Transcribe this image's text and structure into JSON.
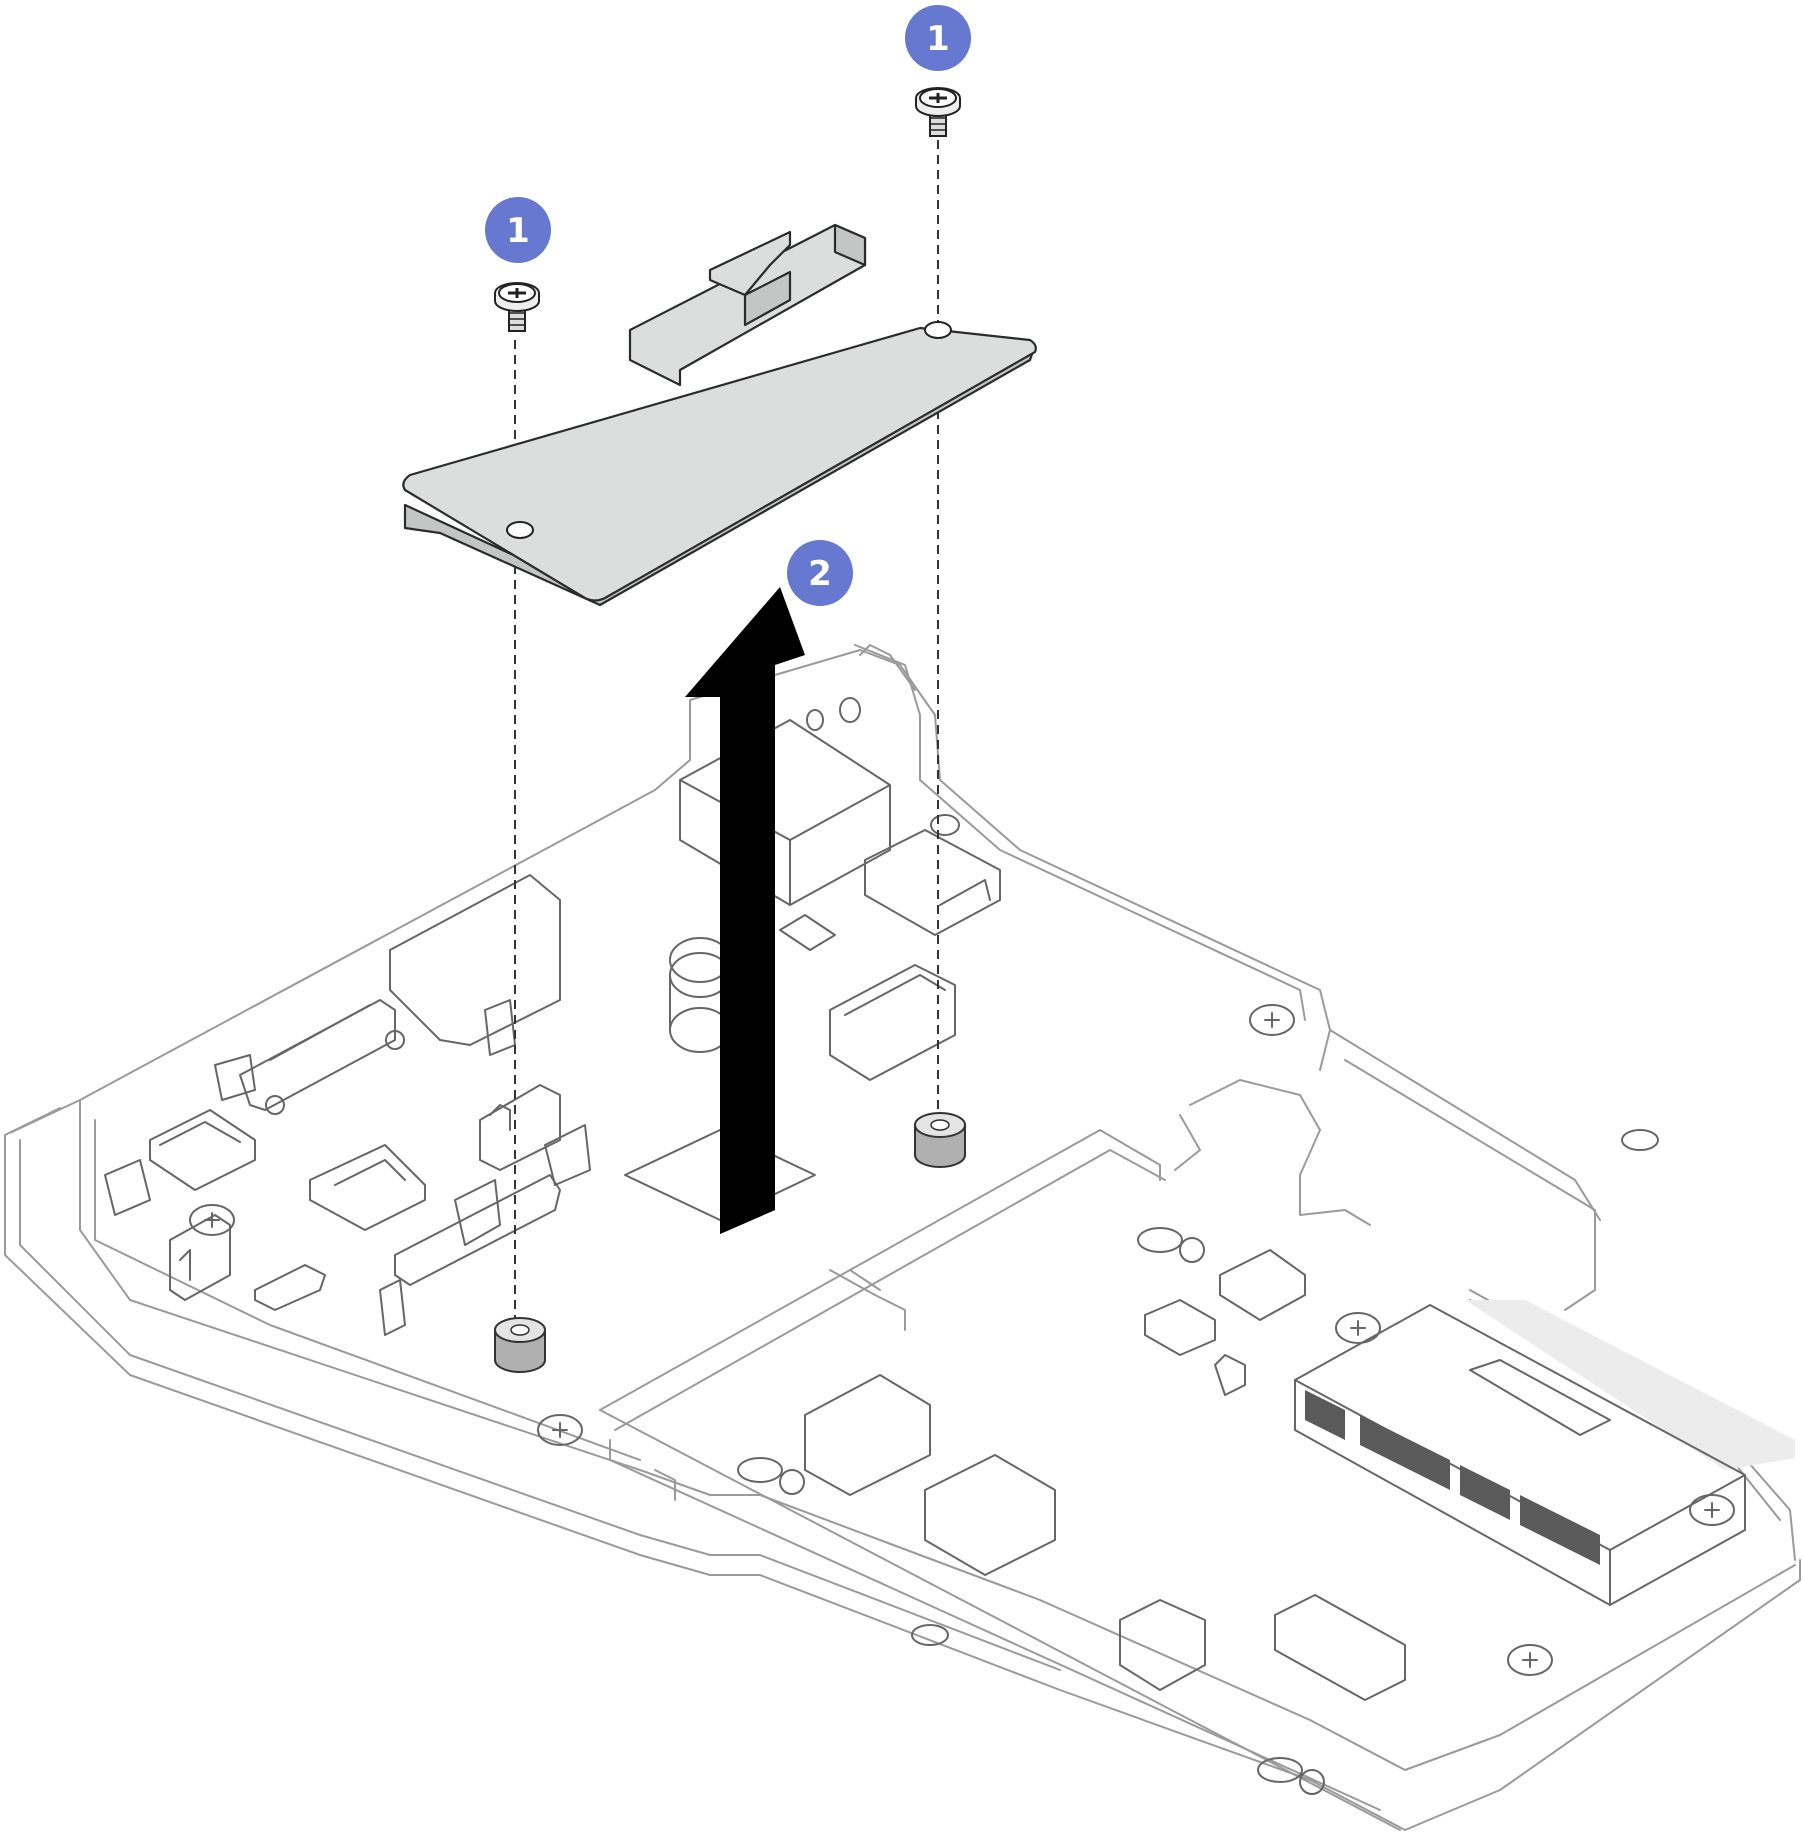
{
  "callouts": [
    {
      "id": "step-1-right-screw",
      "label": "1"
    },
    {
      "id": "step-1-left-screw",
      "label": "1"
    },
    {
      "id": "step-2-lift",
      "label": "2"
    }
  ],
  "colors": {
    "callout": "#6678cf",
    "board": "#dcdedd",
    "arrow": "#000000",
    "outline": "#9a9a9a"
  },
  "icons": [
    "screw-icon",
    "standoff-icon",
    "lift-arrow-icon"
  ]
}
